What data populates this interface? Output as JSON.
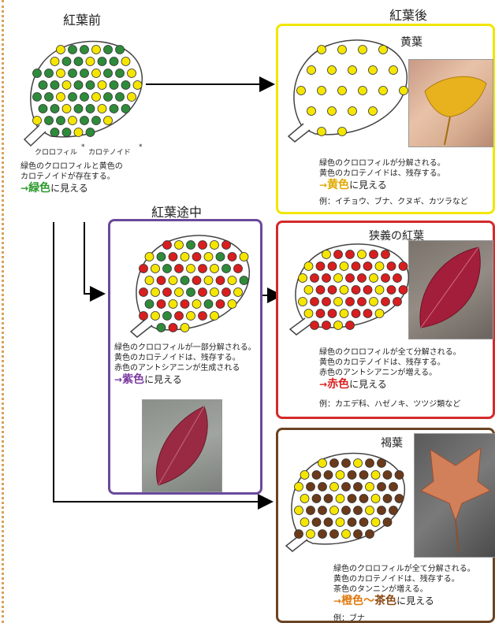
{
  "headings": {
    "before": "紅葉前",
    "after": "紅葉後",
    "middle": "紅葉途中"
  },
  "colors": {
    "green": "#2e8b3a",
    "yellow": "#f5e600",
    "red": "#d81e1e",
    "brown": "#6b3a1a",
    "box_yellow": "#f2e600",
    "box_purple": "#6a4a9c",
    "box_red": "#d42a2a",
    "box_brown": "#6b4423",
    "word_green": "#2e9b2e",
    "word_yellow": "#e0a800",
    "word_purple": "#7a3aa0",
    "word_red": "#d81e1e",
    "word_orange": "#e07a10",
    "word_brown": "#8a4a14"
  },
  "before": {
    "legend_chlorophyll": "クロロフィル",
    "legend_carotenoid": "カロテノイド",
    "desc_lines": [
      "緑色のクロロフィルと黄色の",
      "カロテノイドが存在する。"
    ],
    "result_arrow": "→",
    "result_color": "緑色",
    "result_suffix": "に見える"
  },
  "yellow_leaf": {
    "title": "黄葉",
    "desc_lines": [
      "緑色のクロロフィルが分解される。",
      "黄色のカロテノイドは、残存する。"
    ],
    "result_arrow": "→",
    "result_color": "黄色",
    "result_suffix": "に見える",
    "example": "例：イチョウ、ブナ、クヌギ、カツラなど",
    "photo": "ginkgo-leaf-in-hand-photo"
  },
  "middle": {
    "desc_lines": [
      "緑色のクロロフィルが一部分解される。",
      "黄色のカロテノイドは、残存する。",
      "赤色のアントシアニンが生成される"
    ],
    "result_arrow": "→",
    "result_color": "紫色",
    "result_suffix": "に見える",
    "photo": "purple-leaf-photo"
  },
  "red_leaf": {
    "title": "狭義の紅葉",
    "desc_lines": [
      "緑色のクロロフィルが全て分解される。",
      "黄色のカロテノイドは、残存する。",
      "赤色のアントシアニンが増える。"
    ],
    "result_arrow": "→",
    "result_color": "赤色",
    "result_suffix": "に見える",
    "example": "例：カエデ科、ハゼノキ、ツツジ類など",
    "photo": "red-leaf-photo"
  },
  "brown_leaf": {
    "title": "褐葉",
    "desc_lines": [
      "緑色のクロロフィルが全て分解される。",
      "黄色のカロテノイドは、残存する。",
      "茶色のタンニンが増える。"
    ],
    "result_arrow": "→",
    "result_color_1": "橙色",
    "result_tilde": "〜",
    "result_color_2": "茶色",
    "result_suffix": "に見える",
    "example": "例：ブナ",
    "photo": "brown-leaf-on-pavement-photo"
  }
}
